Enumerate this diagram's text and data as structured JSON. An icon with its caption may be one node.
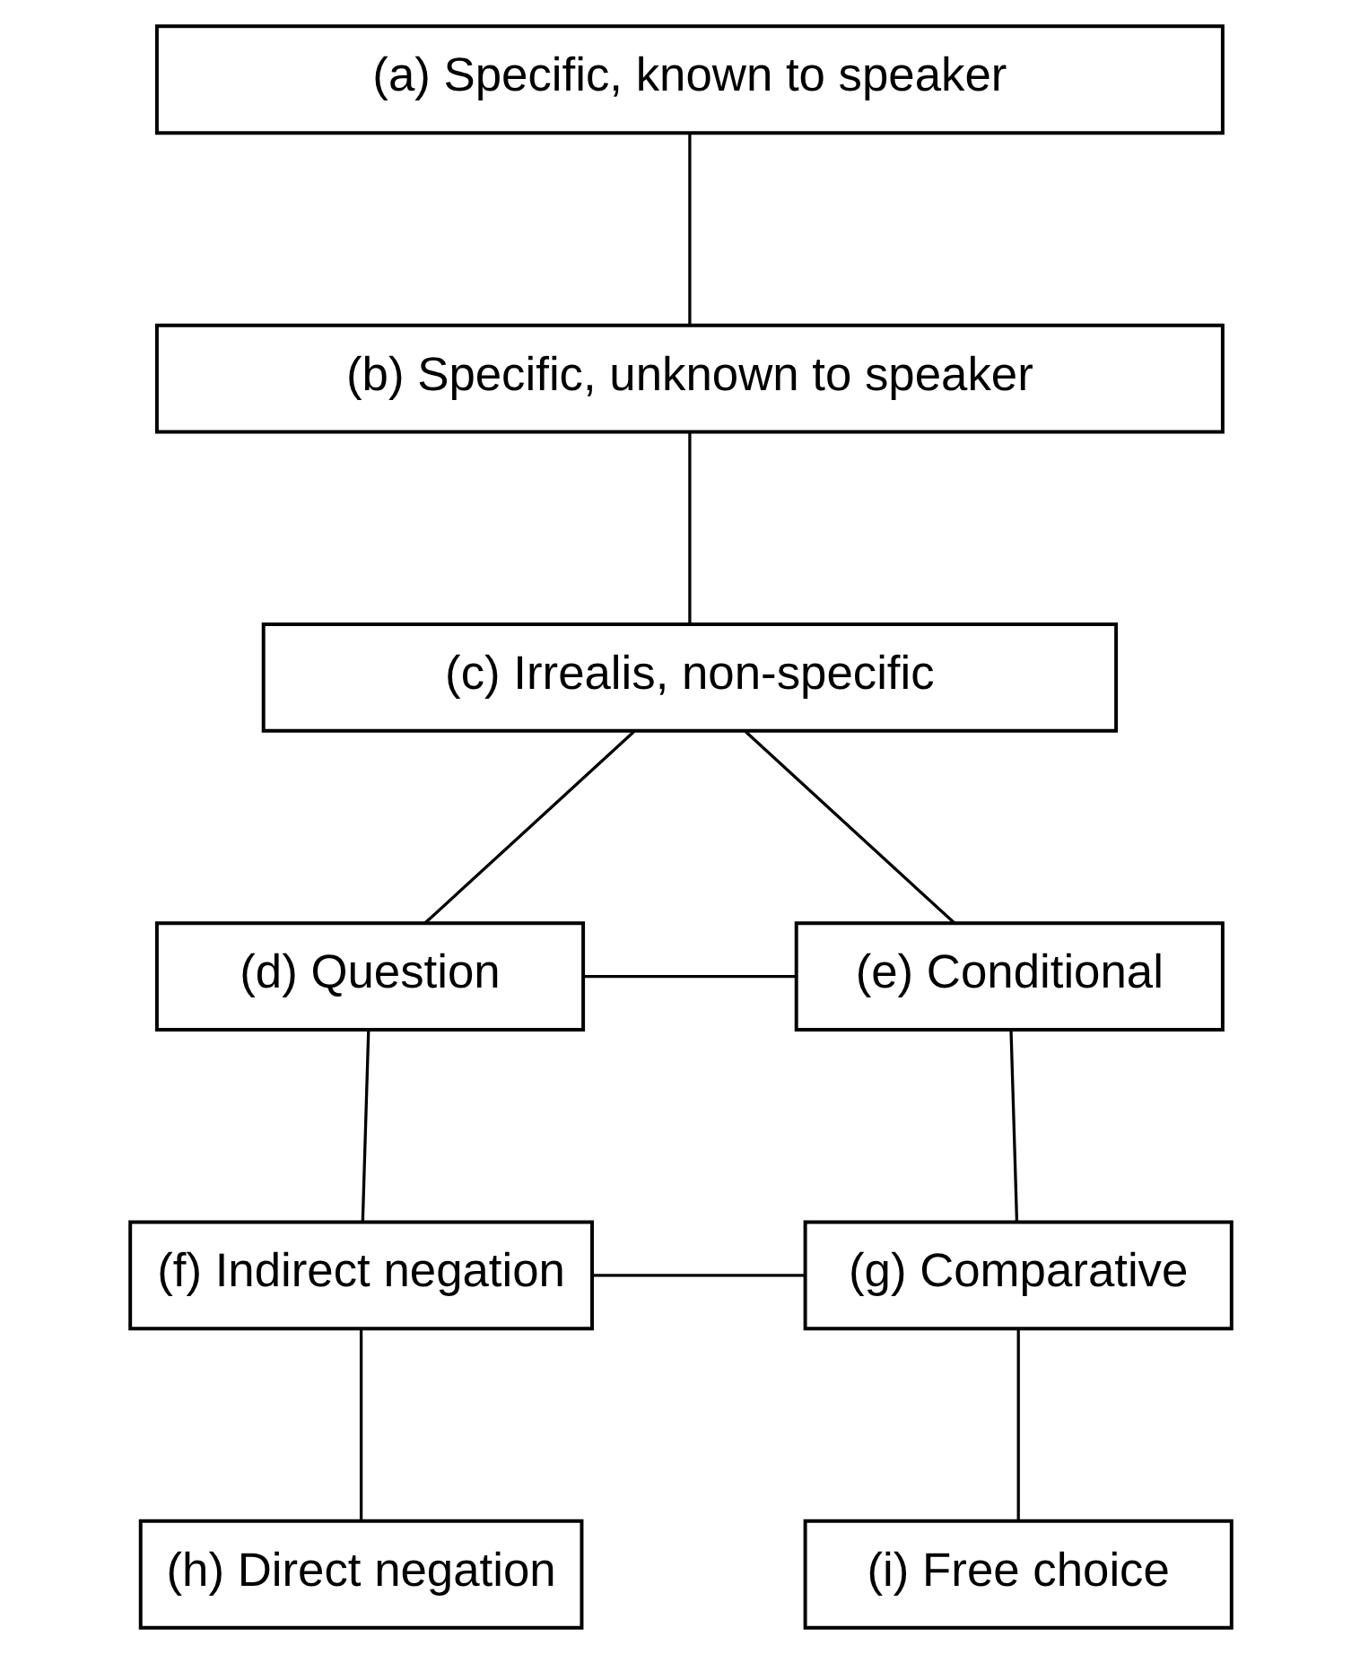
{
  "diagram": {
    "nodes": [
      {
        "text": [
          "(a) Specific, known to speaker"
        ]
      },
      {
        "text": [
          "(b) Specific, unknown to speaker"
        ]
      },
      {
        "text": [
          "(c) Irrealis, non-specific"
        ]
      },
      {
        "text": [
          "(d) Question"
        ]
      },
      {
        "text": [
          "(e) Conditional"
        ]
      },
      {
        "text": [
          "(f) Indirect negation"
        ]
      },
      {
        "text": [
          "(g) Comparative"
        ]
      },
      {
        "text": [
          "(h) Direct negation"
        ]
      },
      {
        "text": [
          "(i) Free choice"
        ]
      }
    ],
    "edges": [
      {
        "from": 0,
        "to": 1,
        "arrow": "none"
      },
      {
        "from": 1,
        "to": 2,
        "arrow": "none"
      },
      {
        "from": 2,
        "to": 3,
        "arrow": "none"
      },
      {
        "from": 2,
        "to": 4,
        "arrow": "none"
      },
      {
        "from": 3,
        "to": 4,
        "arrow": "none"
      },
      {
        "from": 3,
        "to": 5,
        "arrow": "none"
      },
      {
        "from": 4,
        "to": 6,
        "arrow": "none"
      },
      {
        "from": 5,
        "to": 6,
        "arrow": "none"
      },
      {
        "from": 5,
        "to": 7,
        "arrow": "none"
      },
      {
        "from": 6,
        "to": 8,
        "arrow": "none"
      }
    ]
  }
}
